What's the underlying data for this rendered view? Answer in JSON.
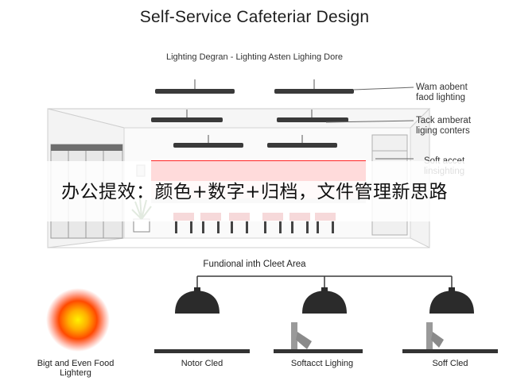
{
  "title": "Self-Service Cafeteriar Design",
  "subtitle": "Lighting Degran - Lighting Asten Lighing Dore",
  "callouts": [
    {
      "line1": "Wam aobent",
      "line2": "faod lighting"
    },
    {
      "line1": "Tack amberat",
      "line2": "liging conters"
    },
    {
      "line1": "Soft accet",
      "line2": "linsighting"
    }
  ],
  "overlay_banner": "办公提效：颜色+数字+归档，文件管理新思路",
  "section2_title": "Fundional inth Cleet Area",
  "captions": {
    "glow": {
      "line1": "Bigt and Even Food",
      "line2": "Lighterg"
    },
    "pendant1": "Notor Cled",
    "pendant2": "Softacct Lighing",
    "pendant3": "Soff Cled"
  },
  "colors": {
    "glow_center": "#ffe000",
    "glow_mid": "#ff6a00",
    "glow_outer": "#ff2a00",
    "chair": "#c8161b",
    "lamp": "#2b2b2b",
    "wall": "#f2f2f2"
  }
}
